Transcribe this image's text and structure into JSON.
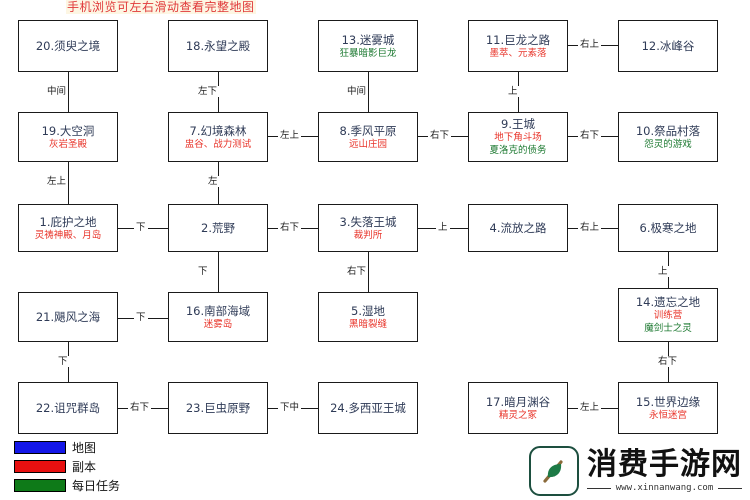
{
  "page": {
    "title": "手机浏览可左右滑动查看完整地图"
  },
  "nodes": [
    {
      "id": "n20",
      "title": "20.须臾之境",
      "subs": []
    },
    {
      "id": "n18",
      "title": "18.永望之殿",
      "subs": []
    },
    {
      "id": "n13",
      "title": "13.迷雾城",
      "subs": [
        {
          "text": "狂暴暗影巨龙",
          "kind": "green"
        }
      ]
    },
    {
      "id": "n11",
      "title": "11.巨龙之路",
      "subs": [
        {
          "text": "墨萃、元素落",
          "kind": "red"
        }
      ]
    },
    {
      "id": "n12",
      "title": "12.冰峰谷",
      "subs": []
    },
    {
      "id": "n19",
      "title": "19.大空洞",
      "subs": [
        {
          "text": "灰岩圣殿",
          "kind": "red"
        }
      ]
    },
    {
      "id": "n7",
      "title": "7.幻境森林",
      "subs": [
        {
          "text": "盅谷、战力测试",
          "kind": "red"
        }
      ]
    },
    {
      "id": "n8",
      "title": "8.季风平原",
      "subs": [
        {
          "text": "远山庄园",
          "kind": "red"
        }
      ]
    },
    {
      "id": "n9",
      "title": "9.王城",
      "subs": [
        {
          "text": "地下角斗场",
          "kind": "red"
        },
        {
          "text": "夏洛克的债务",
          "kind": "green"
        }
      ]
    },
    {
      "id": "n10",
      "title": "10.祭品村落",
      "subs": [
        {
          "text": "怨灵的游戏",
          "kind": "green"
        }
      ]
    },
    {
      "id": "n1",
      "title": "1.庇护之地",
      "subs": [
        {
          "text": "灵祷神殿、月岛",
          "kind": "red"
        }
      ]
    },
    {
      "id": "n2",
      "title": "2.荒野",
      "subs": []
    },
    {
      "id": "n3",
      "title": "3.失落王城",
      "subs": [
        {
          "text": "裁判所",
          "kind": "red"
        }
      ]
    },
    {
      "id": "n4",
      "title": "4.流放之路",
      "subs": []
    },
    {
      "id": "n6",
      "title": "6.极寒之地",
      "subs": []
    },
    {
      "id": "n21",
      "title": "21.飓风之海",
      "subs": []
    },
    {
      "id": "n16",
      "title": "16.南部海域",
      "subs": [
        {
          "text": "迷雾岛",
          "kind": "red"
        }
      ]
    },
    {
      "id": "n5",
      "title": "5.湿地",
      "subs": [
        {
          "text": "黑暗裂缝",
          "kind": "red"
        }
      ]
    },
    {
      "id": "n14",
      "title": "14.遗忘之地",
      "subs": [
        {
          "text": "训练营",
          "kind": "red"
        },
        {
          "text": "魔剑士之灵",
          "kind": "green"
        }
      ]
    },
    {
      "id": "n22",
      "title": "22.诅咒群岛",
      "subs": []
    },
    {
      "id": "n23",
      "title": "23.巨虫原野",
      "subs": []
    },
    {
      "id": "n24",
      "title": "24.多西亚王城",
      "subs": []
    },
    {
      "id": "n17",
      "title": "17.暗月渊谷",
      "subs": [
        {
          "text": "精灵之冢",
          "kind": "red"
        }
      ]
    },
    {
      "id": "n15",
      "title": "15.世界边缘",
      "subs": [
        {
          "text": "永恒迷宫",
          "kind": "red"
        }
      ]
    }
  ],
  "edge_labels": {
    "e20_19": "中间",
    "e18_7": "左下",
    "e13_8": "中间",
    "e11_12": "右上",
    "e11_9": "上",
    "e19_1": "左上",
    "e7_2": "左",
    "e7_8": "左上",
    "e8_9": "右下",
    "e9_10": "右下",
    "e1_2": "下",
    "e2_3": "右下",
    "e3_4": "上",
    "e4_6": "右上",
    "e2_16": "下",
    "e3_5": "右下",
    "e6_14": "上",
    "e21_16": "下",
    "e21_22": "下",
    "e22_23": "右下",
    "e23_24": "下中",
    "e14_15": "右下",
    "e17_15": "左上"
  },
  "legend": [
    {
      "color": "#1417e8",
      "label": "地图"
    },
    {
      "color": "#e81010",
      "label": "副本"
    },
    {
      "color": "#0e7a18",
      "label": "每日任务"
    }
  ],
  "watermark": {
    "name": "消费手游网",
    "url": "www.xinnanwang.com",
    "icon": "leaf-brush-icon"
  }
}
